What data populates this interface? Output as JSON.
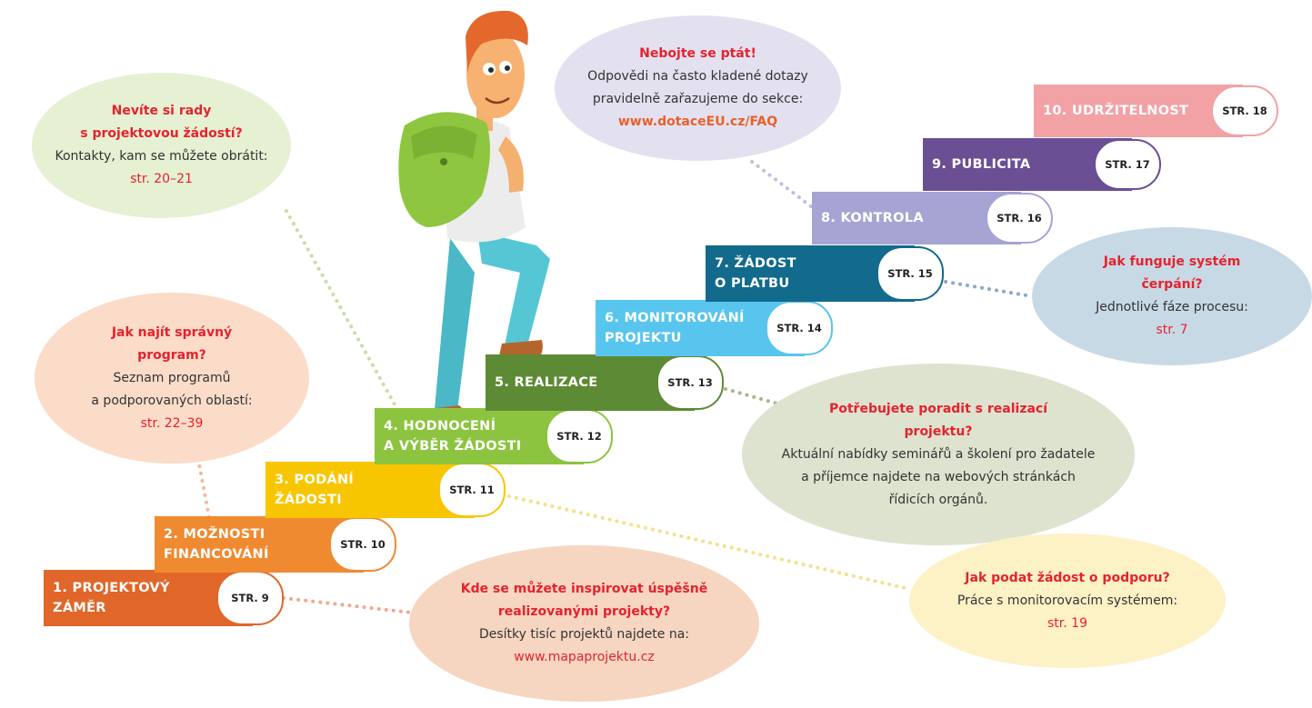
{
  "colors": {
    "accent_red": "#e4232e",
    "link_orange": "#e8612b",
    "dots": "#c9c9c9"
  },
  "steps": [
    {
      "title_line1": "1. PROJEKTOVÝ",
      "title_line2": "ZÁMĚR",
      "page": "STR. 9",
      "color": "#e0662a"
    },
    {
      "title_line1": "2. MOŽNOSTI",
      "title_line2": "FINANCOVÁNÍ",
      "page": "STR. 10",
      "color": "#f08a30"
    },
    {
      "title_line1": "3. PODÁNÍ",
      "title_line2": "ŽÁDOSTI",
      "page": "STR. 11",
      "color": "#f7c600"
    },
    {
      "title_line1": "4. HODNOCENÍ",
      "title_line2": "A VÝBĚR ŽÁDOSTI",
      "page": "STR. 12",
      "color": "#8cc43f"
    },
    {
      "title_line1": "5. REALIZACE",
      "title_line2": "",
      "page": "STR. 13",
      "color": "#5d8a34"
    },
    {
      "title_line1": "6. MONITOROVÁNÍ",
      "title_line2": "PROJEKTU",
      "page": "STR. 14",
      "color": "#58c5ef"
    },
    {
      "title_line1": "7. ŽÁDOST",
      "title_line2": "O PLATBU",
      "page": "STR. 15",
      "color": "#126a8c"
    },
    {
      "title_line1": "8. KONTROLA",
      "title_line2": "",
      "page": "STR. 16",
      "color": "#a6a4d3"
    },
    {
      "title_line1": "9. PUBLICITA",
      "title_line2": "",
      "page": "STR. 17",
      "color": "#6b4f94"
    },
    {
      "title_line1": "10. UDRŽITELNOST",
      "title_line2": "",
      "page": "STR. 18",
      "color": "#f2a1a5"
    }
  ],
  "bubbles": {
    "rady": {
      "title": "Nevíte si rady\ns projektovou žádostí?",
      "text": "Kontakty, kam se můžete obrátit:",
      "link": "str. 20–21",
      "color": "#e6f0d3"
    },
    "program": {
      "title": "Jak najít správný\nprogram?",
      "text": "Seznam programů\na podporovaných oblastí:",
      "link": "str. 22–39",
      "color": "#fbdcc8"
    },
    "faq": {
      "title": "Nebojte se ptát!",
      "text": "Odpovědi na často kladené dotazy\npravidelně zařazujeme do sekce:",
      "link": "www.dotaceEU.cz/FAQ",
      "color": "#e3e1f0"
    },
    "cerpani": {
      "title": "Jak funguje systém\nčerpání?",
      "text": "Jednotlivé fáze procesu:",
      "link": "str. 7",
      "color": "#c8d9e6"
    },
    "realizace": {
      "title": "Potřebujete poradit s realizací\nprojektu?",
      "text": "Aktuální nabídky seminářů a školení pro žadatele\na příjemce najdete na webových stránkách\nřídicích orgánů.",
      "link": "",
      "color": "#dde3cf"
    },
    "zadost": {
      "title": "Jak podat žádost o podporu?",
      "text": "Práce s monitorovacím systémem:",
      "link": "str. 19",
      "color": "#fdf2c6"
    },
    "inspirace": {
      "title": "Kde se můžete inspirovat úspěšně\nrealizovanými projekty?",
      "text": "Desítky tisíc projektů najdete na:",
      "link": "www.mapaprojektu.cz",
      "color": "#f6d6c1"
    }
  }
}
